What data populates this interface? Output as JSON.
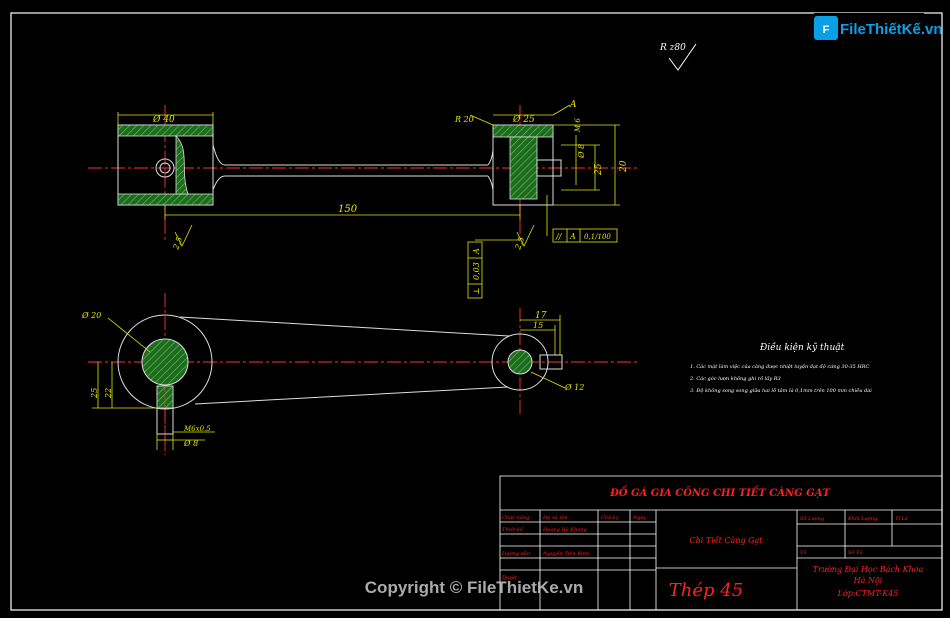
{
  "logo": {
    "text": "FileThiếtKế.vn",
    "colors": {
      "file": "#0aa0e8",
      "rest": "#1e73d6",
      "bg": "#ffffff"
    }
  },
  "watermark": {
    "text": "Copyright © FileThietKe.vn"
  },
  "roughness": {
    "label": "R z80"
  },
  "front_view": {
    "dims": {
      "d40": "Ø 40",
      "d25": "Ø 25",
      "r20": "R 20",
      "L150": "150",
      "d8": "Ø 8",
      "dim25": "25",
      "dim20": "20",
      "roughA": "2,5",
      "roughB": "2,5",
      "metric": "M 6",
      "tag": "A"
    },
    "tolerance_parallel": {
      "symbol": "//",
      "datum": "A",
      "value": "0,1/100"
    },
    "tolerance_perp": {
      "symbol": "⊥",
      "value": "0,03",
      "datum": "A"
    }
  },
  "top_view": {
    "dims": {
      "d20": "Ø 20",
      "dim17": "17",
      "dim15": "15",
      "d12": "Ø 12",
      "dim25": "25",
      "dim22": "22",
      "d8": "Ø 8",
      "m6": "M6x0.5"
    }
  },
  "tech_req": {
    "title": "Điều kiện kỹ thuật",
    "lines": [
      "1. Các mặt làm việc của càng được nhiệt luyện đạt độ cứng 30-35 HRC",
      "2. Các góc lượn không ghi rõ lấy R3",
      "3. Độ không song song giữa hai lỗ tâm là 0,1mm trên 100 mm chiều dài"
    ]
  },
  "title_block": {
    "title": "ĐỒ GÁ GIA CÔNG CHI TIẾT CÀNG GẠT",
    "headers": [
      "Chức năng",
      "Họ và tên",
      "Chữ ký",
      "Ngày"
    ],
    "rows": [
      {
        "role": "Thiết kế",
        "name": "Hoàng Hà Khang"
      },
      {
        "role": "Hướng dẫn",
        "name": "Nguyễn Tiến Bình"
      },
      {
        "role": "Duyệt",
        "name": ""
      }
    ],
    "part_name": "Chi Tiết Càng Gạt",
    "material": "Thép 45",
    "quantity_label": "Số Lượng",
    "weight_label": "Khối Lượng",
    "scale_label": "Tỉ Lệ",
    "sheet_label": "Tờ",
    "sheets_label": "Số Tờ",
    "school": [
      "Trường Đại Học Bách Khoa",
      "Hà Nội",
      "Lớp:CTMT-K45"
    ]
  },
  "colors": {
    "frame": "#ffffff",
    "outline": "#dcdcdc",
    "center": "#ff3030",
    "dim": "#e6e600",
    "hatch": "#3c9d3c",
    "title_red": "#ff2020",
    "blue": "#3a5cff"
  }
}
